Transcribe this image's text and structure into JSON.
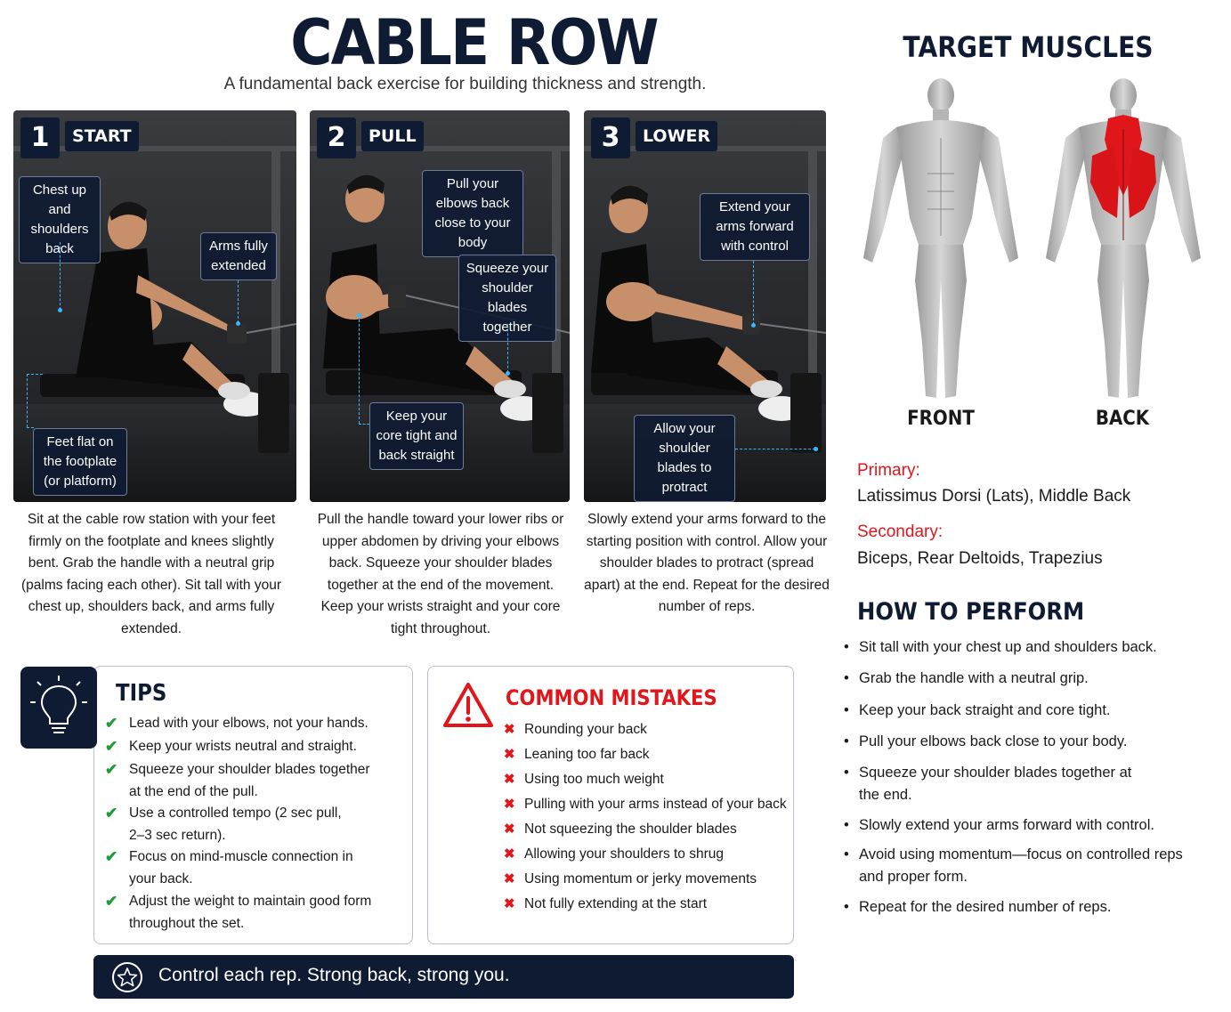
{
  "header": {
    "title": "CABLE ROW",
    "subtitle": "A fundamental back exercise for building thickness and strength."
  },
  "steps": [
    {
      "number": "1",
      "label": "START",
      "callouts": [
        "Chest up and shoulders back",
        "Arms fully extended",
        "Feet flat on the footplate (or platform)"
      ],
      "description": "Sit at the cable row station with your feet firmly on the footplate and knees slightly bent. Grab the handle with a neutral grip (palms facing each other). Sit tall with your chest up, shoulders back, and arms fully extended."
    },
    {
      "number": "2",
      "label": "PULL",
      "callouts": [
        "Pull your elbows back close to your body",
        "Squeeze your shoulder blades together",
        "Keep your core tight and back straight"
      ],
      "description": "Pull the handle toward your lower ribs or upper abdomen by driving your elbows back. Squeeze your shoulder blades together at the end of the movement. Keep your wrists straight and your core tight throughout."
    },
    {
      "number": "3",
      "label": "LOWER",
      "callouts": [
        "Extend your arms forward with control",
        "Allow your shoulder blades to protract"
      ],
      "description": "Slowly extend your arms forward to the starting position with control. Allow your shoulder blades to protract (spread apart) at the end. Repeat for the desired number of reps."
    }
  ],
  "target_muscles": {
    "title": "TARGET MUSCLES",
    "front_label": "FRONT",
    "back_label": "BACK",
    "primary_label": "Primary:",
    "primary": "Latissimus Dorsi (Lats), Middle Back",
    "secondary_label": "Secondary:",
    "secondary": "Biceps, Rear Deltoids, Trapezius",
    "highlight_color": "#e0161b"
  },
  "how_to": {
    "title": "HOW TO PERFORM",
    "items": [
      "Sit tall with your chest up and shoulders back.",
      "Grab the handle with a neutral grip.",
      "Keep your back straight and core tight.",
      "Pull your elbows back close to your body.",
      "Squeeze your shoulder blades together at the end.",
      "Slowly extend your arms forward with control.",
      "Avoid using momentum—focus on controlled reps and proper form.",
      "Repeat for the desired number of reps."
    ]
  },
  "tips": {
    "title": "TIPS",
    "icon": "lightbulb-icon",
    "items": [
      "Lead with your elbows, not your hands.",
      "Keep your wrists neutral and straight.",
      "Squeeze your shoulder blades together at the end of the pull.",
      "Use a controlled tempo (2 sec pull, 2–3 sec return).",
      "Focus on mind-muscle connection in your back.",
      "Adjust the weight to maintain good form throughout the set."
    ]
  },
  "mistakes": {
    "title": "COMMON MISTAKES",
    "icon": "warning-icon",
    "items": [
      "Rounding your back",
      "Leaning too far back",
      "Using too much weight",
      "Pulling with your arms instead of your back",
      "Not squeezing the shoulder blades",
      "Allowing your shoulders to shrug",
      "Using momentum or jerky movements",
      "Not fully extending at the start"
    ]
  },
  "banner": {
    "icon": "star-icon",
    "text": "Control each rep. Strong back, strong you."
  },
  "colors": {
    "navy": "#0f1b33",
    "red": "#e0161b",
    "green": "#1e9a3a",
    "callout_line": "#39b6ff"
  }
}
